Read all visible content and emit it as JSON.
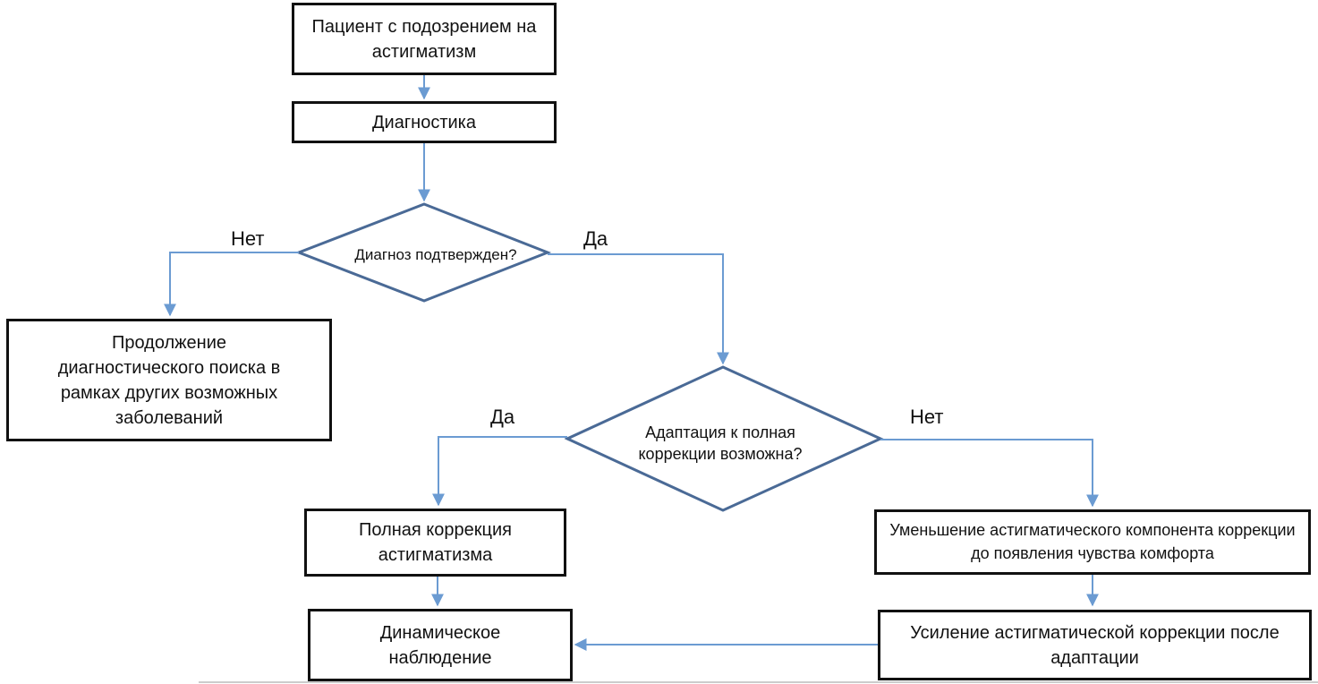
{
  "flowchart": {
    "start": "Пациент с подозрением на астигматизм",
    "diagnostics": "Диагностика",
    "decision_confirmed": "Диагноз подтвержден?",
    "confirmed_no_label": "Нет",
    "confirmed_yes_label": "Да",
    "continue_search": "Продолжение диагностического поиска в рамках других возможных заболеваний",
    "decision_adaptation": "Адаптация к полная коррекции возможна?",
    "adaptation_yes_label": "Да",
    "adaptation_no_label": "Нет",
    "full_correction": "Полная коррекция астигматизма",
    "reduce_component": "Уменьшение астигматического компонента коррекции до появления чувства комфорта",
    "dynamic_observation": "Динамическое наблюдение",
    "increase_correction": "Усиление астигматической коррекции после адаптации"
  },
  "colors": {
    "connector": "#6b9bd2",
    "border": "#111111",
    "diamond_border": "#4a6a96"
  }
}
